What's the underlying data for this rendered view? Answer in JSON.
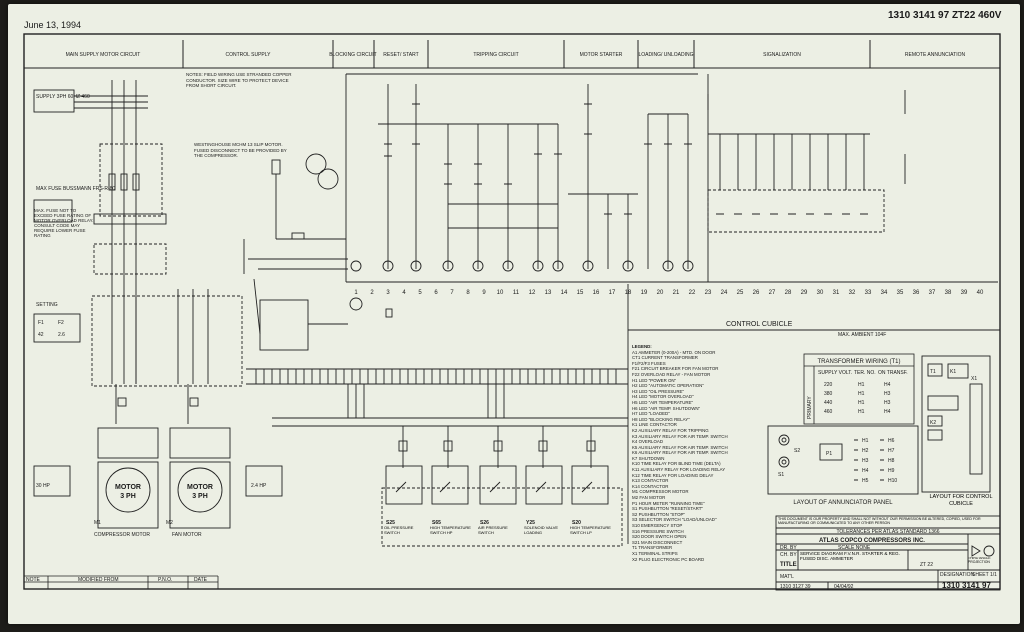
{
  "header": {
    "date": "June 13, 1994",
    "drawing_ref": "1310 3141 97 ZT22 460V"
  },
  "sections": [
    "MAIN SUPPLY MOTOR CIRCUIT",
    "CONTROL SUPPLY",
    "BLOCKING CIRCUIT",
    "RESET/ START",
    "TRIPPING CIRCUIT",
    "MOTOR STARTER",
    "LOADING/ UNLOADING",
    "SIGNALIZATION",
    "REMOTE ANNUNCIATION"
  ],
  "terminal_numbers": [
    "1",
    "2",
    "3",
    "4",
    "5",
    "6",
    "7",
    "8",
    "9",
    "10",
    "11",
    "12",
    "13",
    "14",
    "15",
    "16",
    "17",
    "18",
    "19",
    "20",
    "21",
    "22",
    "23",
    "24",
    "25",
    "26",
    "27",
    "28",
    "29",
    "30",
    "31",
    "32",
    "33",
    "34",
    "35",
    "36",
    "37",
    "38",
    "39",
    "40"
  ],
  "left_labels": {
    "supply": "SUPPLY 3PH 60HZ 460",
    "fuse": "MAX FUSE BUSSMANN FRS-R-80",
    "fuse_note": "MAX. FUSE NOT TO EXCEED FUSE RATING OF MOTOR OVERLOAD RELAY. CONSULT CODE MAY REQUIRE LOWER FUSE RATING",
    "setting": "SETTING",
    "setting_values": [
      "F1",
      "F2",
      "42",
      "2.6"
    ]
  },
  "notes": {
    "note_text": "NOTES: FIELD WIRING USE STRANDED COPPER CONDUCTOR. SIZE WIRE TO PROTECT DEVICE FROM SHORT CIRCUIT.",
    "westinghouse": "WESTINGHOUSE MCHM 13 SLIP MOTOR. FUSED DISCONNECT TO BE PROVIDED BY THE COMPRESSOR."
  },
  "motors": [
    {
      "id": "M1",
      "label": "MOTOR",
      "sub": "3 PH",
      "caption": "COMPRESSOR MOTOR"
    },
    {
      "id": "M2",
      "label": "MOTOR",
      "sub": "3 PH",
      "caption": "FAN MOTOR"
    }
  ],
  "motor_hp": [
    "30 HP",
    "2.4 HP"
  ],
  "control_cubicle": {
    "title": "CONTROL CUBICLE",
    "max_ambient": "MAX. AMBIENT 104F"
  },
  "switches": [
    {
      "id": "S25",
      "label": "OIL PRESSURE SWITCH"
    },
    {
      "id": "S65",
      "label": "HIGH TEMPERATURE SWITCH HP"
    },
    {
      "id": "S26",
      "label": "AIR PRESSURE SWITCH"
    },
    {
      "id": "Y25",
      "label": "SOLENOID VALVE LOADING"
    },
    {
      "id": "S20",
      "label": "HIGH TEMPERATURE SWITCH LP"
    }
  ],
  "legend": {
    "title": "LEGEND:",
    "items": [
      "A1 AMMETER (0-200A) - MTD. ON DOOR",
      "CT1 CURRENT TRANSFORMER",
      "F1/F2/F3 FUSES",
      "F21 CIRCUIT BREAKER FOR FAN MOTOR",
      "F22 OVERLOAD RELAY - FAN MOTOR",
      "H1 LED \"POWER ON\"",
      "H2 LED \"AUTOMATIC OPERATION\"",
      "H3 LED \"OIL PRESSURE\"",
      "H4 LED \"MOTOR OVERLOAD\"",
      "H5 LED \"AIR TEMPERATURE\"",
      "H6 LED \"AIR TEMP. SHUTDOWN\"",
      "H7 LED \"LOADED\"",
      "H8 LED \"BLOCKING RELAY\"",
      "K1 LINE CONTACTOR",
      "K2 AUXILIARY RELAY FOR TRIPPING",
      "K3 AUXILIARY RELAY FOR AIR TEMP. SWITCH",
      "K4 OVERLOAD",
      "K5 AUXILIARY RELAY FOR AIR TEMP. SWITCH",
      "K6 AUXILIARY RELAY FOR AIR TEMP. SWITCH",
      "K7 SHUTDOWN",
      "K10 TIME RELAY FOR BLIND TIME (DELTA)",
      "K11 AUXILIARY RELAY FOR LOADING RELAY",
      "K12 TIME RELAY FOR LOADING DELAY",
      "K13 CONTACTOR",
      "K14 CONTACTOR",
      "M1 COMPRESSOR MOTOR",
      "M2 FAN MOTOR",
      "P1 HOUR METER \"RUNNING TIME\"",
      "S1 PUSHBUTTON \"RESET/START\"",
      "S2 PUSHBUTTON \"STOP\"",
      "S3 SELECTOR SWITCH \"LOAD/UNLOAD\"",
      "S10 EMERGENCY STOP",
      "S16 PRESSURE SWITCH",
      "S20 DOOR SWITCH OPEN",
      "S21 MAIN DISCONNECT",
      "T1 TRANSFORMER",
      "X1 TERMINAL STRIPS",
      "X2 PLUG ELECTRONIC PC BOARD"
    ]
  },
  "transformer_wiring": {
    "title": "TRANSFORMER WIRING (T1)",
    "rows": [
      [
        "SUPPLY VOLT.",
        "TER. NO.",
        "ON TRANSF."
      ],
      [
        "220",
        "H1",
        "H4"
      ],
      [
        "380",
        "H1",
        "H3"
      ],
      [
        "440",
        "H1",
        "H3"
      ],
      [
        "460",
        "H1",
        "H4"
      ]
    ],
    "primary_label": "PRIMARY"
  },
  "annunciator": {
    "caption": "LAYOUT OF ANNUNCIATOR PANEL",
    "p1": "P1",
    "s1": "S1",
    "s2": "S2",
    "leds": [
      "H1",
      "H2",
      "H3",
      "H4",
      "H5",
      "H6",
      "H7",
      "H8",
      "H9",
      "H10"
    ]
  },
  "cubicle_layout": {
    "caption": "LAYOUT FOR CONTROL CUBICLE",
    "labels": [
      "T1",
      "K1",
      "K2",
      "X1"
    ]
  },
  "title_block": {
    "notice": "THIS DOCUMENT IS OUR PROPERTY AND SHALL NOT WITHOUT OUR PERMISSION BE ALTERED, COPIED, USED FOR MANUFACTURING OR COMMUNICATED TO ANY OTHER PERSON",
    "tolerances": "TOLERANCES PER ATLAS STANDARD 1366",
    "company": "ATLAS COPCO COMPRESSORS INC.",
    "dr_by": "DR. BY",
    "scale": "SCALE NONE",
    "ch_by": "CH. BY",
    "title_label": "TITLE",
    "title_text": "SERVICE DIAGRAM F.V.N.R. STARTER & REG. FUSED DISC. AMMETER",
    "model": "ZT 22",
    "matl": "MAT'L",
    "designation": "DESIGNATION",
    "sheet": "SHEET 1/1",
    "third_angle": "THIRD ANGLE PROJECTION",
    "number": "1310 3141 97",
    "drw_no": "1310 3127 39",
    "date_val": "04/04/92"
  },
  "revision_block": {
    "note": "NOTE",
    "modified_from": "MODIFIED FROM",
    "p_no": "P.N.O.",
    "date": "DATE"
  }
}
